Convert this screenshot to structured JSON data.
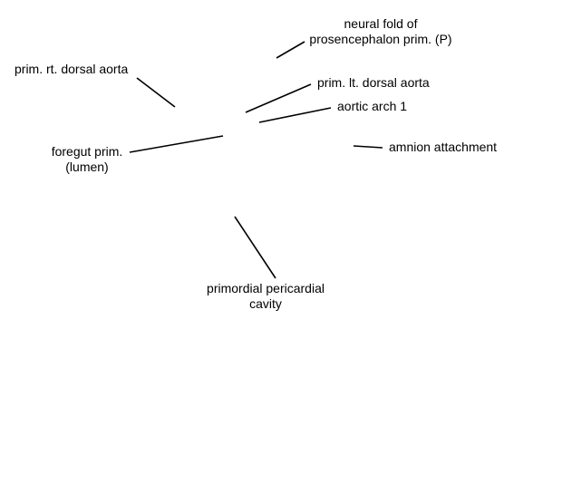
{
  "labels": {
    "neural_fold": [
      "neural fold of",
      "prosencephalon prim. (P)"
    ],
    "rt_dorsal_aorta": "prim. rt. dorsal aorta",
    "lt_dorsal_aorta": "prim. lt. dorsal aorta",
    "aortic_arch": "aortic arch 1",
    "amnion": "amnion attachment",
    "foregut": [
      "foregut prim.",
      "(lumen)"
    ],
    "pericardial": [
      "primordial pericardial",
      "cavity"
    ]
  },
  "colors": {
    "background": "#ffffff",
    "line": "#000000",
    "text": "#000000"
  }
}
